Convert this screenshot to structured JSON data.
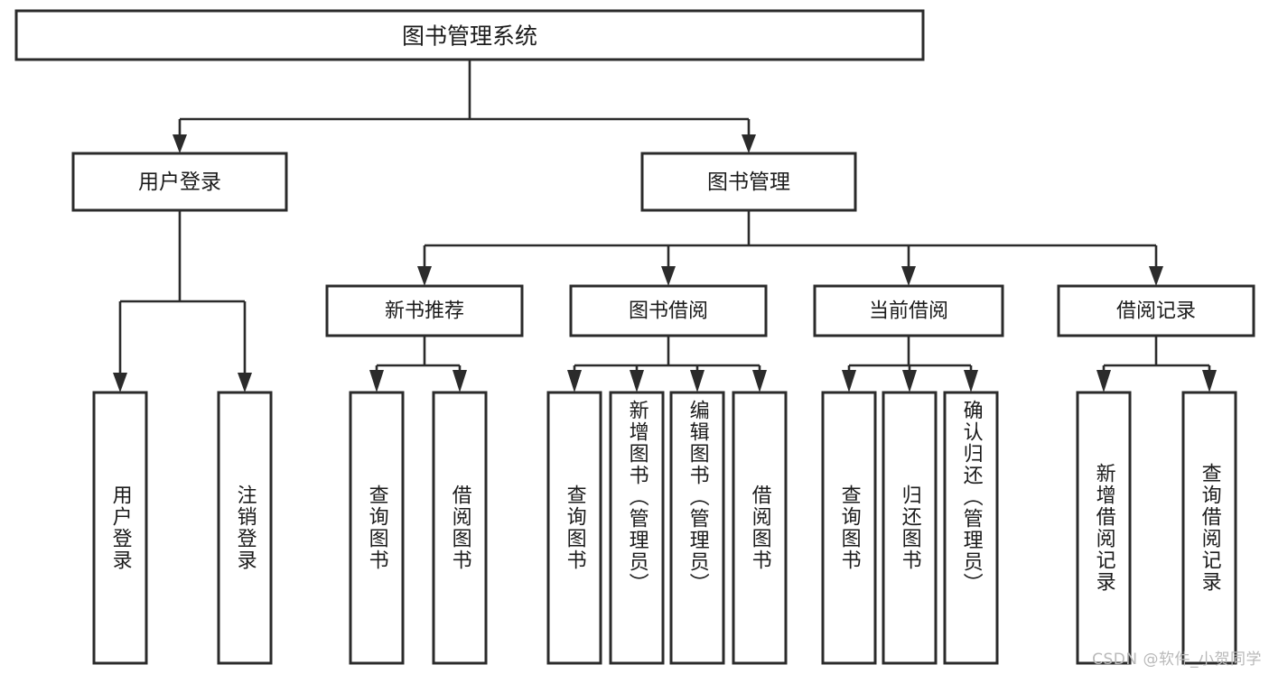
{
  "diagram": {
    "title": "图书管理系统",
    "type": "tree",
    "orientation": "top-down",
    "colors": {
      "box_fill": "#ffffff",
      "box_stroke": "#2b2b2b",
      "text": "#1b1b1b",
      "background": "#ffffff",
      "watermark": "#b9b9b9"
    },
    "root": {
      "label": "图书管理系统"
    },
    "level2": [
      {
        "label": "用户登录"
      },
      {
        "label": "图书管理"
      }
    ],
    "level3": [
      {
        "label": "新书推荐"
      },
      {
        "label": "图书借阅"
      },
      {
        "label": "当前借阅"
      },
      {
        "label": "借阅记录"
      }
    ],
    "leaves": [
      {
        "label": "用户登录",
        "parent": "用户登录"
      },
      {
        "label": "注销登录",
        "parent": "用户登录"
      },
      {
        "label": "查询图书",
        "parent": "新书推荐"
      },
      {
        "label": "借阅图书",
        "parent": "新书推荐"
      },
      {
        "label": "查询图书",
        "parent": "图书借阅"
      },
      {
        "label": "新增图书（管理员）",
        "parent": "图书借阅"
      },
      {
        "label": "编辑图书（管理员）",
        "parent": "图书借阅"
      },
      {
        "label": "借阅图书",
        "parent": "图书借阅"
      },
      {
        "label": "查询图书",
        "parent": "当前借阅"
      },
      {
        "label": "归还图书",
        "parent": "当前借阅"
      },
      {
        "label": "确认归还（管理员）",
        "parent": "当前借阅"
      },
      {
        "label": "新增借阅记录",
        "parent": "借阅记录"
      },
      {
        "label": "查询借阅记录",
        "parent": "借阅记录"
      }
    ]
  },
  "watermark": {
    "text": "CSDN @软件_小贺同学"
  }
}
